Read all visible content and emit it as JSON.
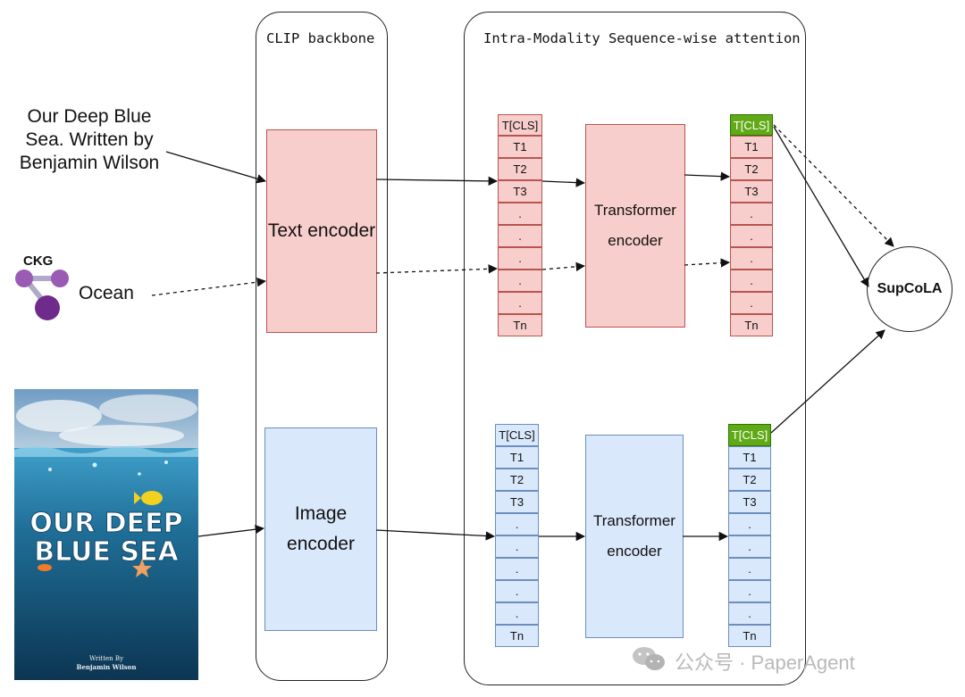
{
  "panels": {
    "clip_title": "CLIP backbone",
    "intra_title": "Intra-Modality Sequence-wise attention"
  },
  "inputs": {
    "text_caption": "Our Deep Blue Sea. Written by Benjamin Wilson",
    "ckg_label": "CKG",
    "ocean_label": "Ocean"
  },
  "poster": {
    "title_line1": "OUR DEEP",
    "title_line2": "BLUE SEA",
    "credit_line1": "Written By",
    "credit_line2": "Benjamin Wilson"
  },
  "encoders": {
    "text": "Text encoder",
    "image": "Image encoder"
  },
  "transformers": {
    "text": "Transformer encoder",
    "image": "Transformer encoder"
  },
  "tokens": {
    "cls": "T[CLS]",
    "t1": "T1",
    "t2": "T2",
    "t3": "T3",
    "dot": ".",
    "tn": "Tn"
  },
  "output": {
    "supcola": "SupCoLA"
  },
  "watermark": "公众号 · PaperAgent",
  "colors": {
    "text_red": "#f8cecc",
    "image_blue": "#dae8fc",
    "cls_green": "#60a917"
  }
}
